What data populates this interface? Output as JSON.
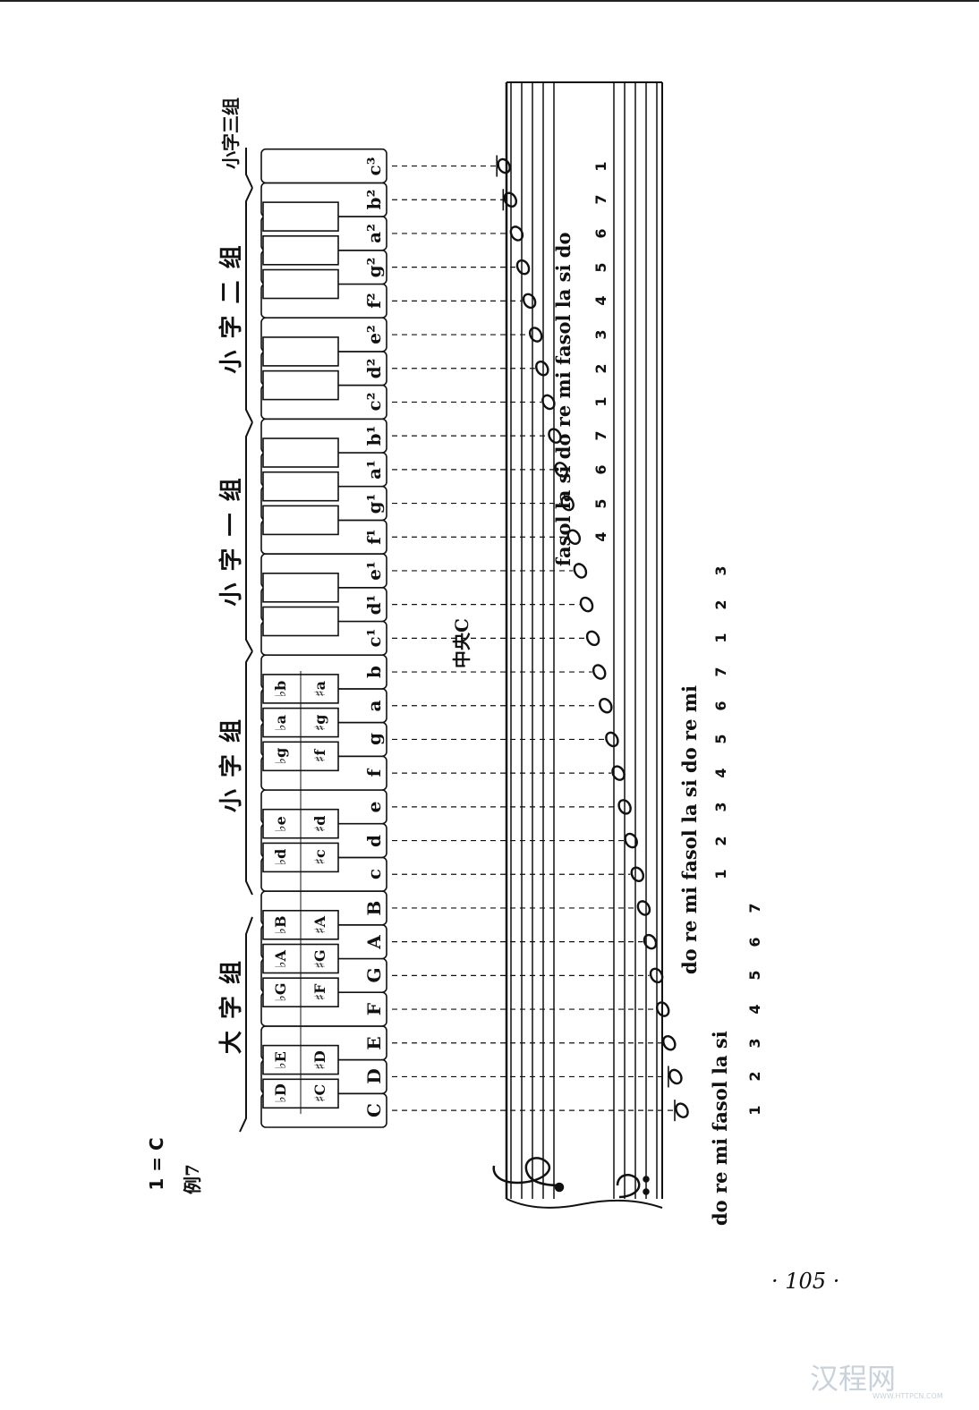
{
  "example_label": "例7",
  "groups": {
    "big": "大 字 组",
    "small": "小 字 组",
    "small1": "小 字 一 组",
    "small2": "小 字 二 组",
    "small3": "小字三组"
  },
  "white_keys": [
    "C",
    "D",
    "E",
    "F",
    "G",
    "A",
    "B",
    "c",
    "d",
    "e",
    "f",
    "g",
    "a",
    "b",
    "c¹",
    "d¹",
    "e¹",
    "f¹",
    "g¹",
    "a¹",
    "b¹",
    "c²",
    "d²",
    "e²",
    "f²",
    "g²",
    "a²",
    "b²",
    "c³"
  ],
  "black_key_labels": {
    "big": [
      {
        "flat": "♭D",
        "sharp": "♯C"
      },
      {
        "flat": "♭E",
        "sharp": "♯D"
      },
      {
        "flat": "♭G",
        "sharp": "♯F"
      },
      {
        "flat": "♭A",
        "sharp": "♯G"
      },
      {
        "flat": "♭B",
        "sharp": "♯A"
      }
    ],
    "small": [
      {
        "flat": "♭d",
        "sharp": "♯c"
      },
      {
        "flat": "♭e",
        "sharp": "♯d"
      },
      {
        "flat": "♭g",
        "sharp": "♯f"
      },
      {
        "flat": "♭a",
        "sharp": "♯g"
      },
      {
        "flat": "♭b",
        "sharp": "♯a"
      }
    ]
  },
  "middle_c_label": "中央C",
  "tonic": "1 = C",
  "solfege": {
    "row1": "do re mi fasol la si",
    "row2": "do re mi fasol la si do re mi",
    "row3": "fasol la si do re mi fasol la si do"
  },
  "numbers": {
    "row1": [
      "1",
      "2",
      "3",
      "4",
      "5",
      "6",
      "7"
    ],
    "row2": [
      "1",
      "2",
      "3",
      "4",
      "5",
      "6",
      "7",
      "1",
      "2",
      "3"
    ],
    "row3": [
      "4",
      "5",
      "6",
      "7",
      "1",
      "2",
      "3",
      "4",
      "5",
      "6",
      "7",
      "1"
    ]
  },
  "page_number": "· 105 ·",
  "watermark": "汉程网",
  "watermark_url": "WWW.HTTPCN.COM"
}
